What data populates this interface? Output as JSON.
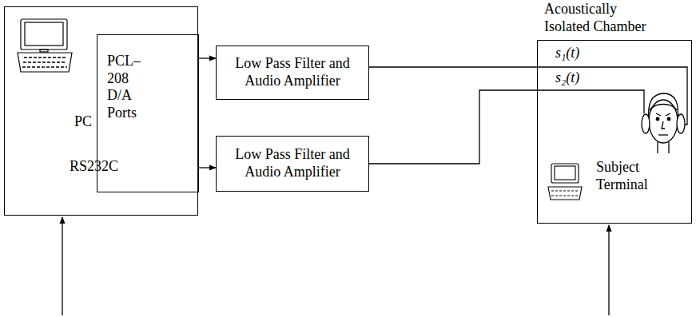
{
  "diagram": {
    "nodes": [
      {
        "text": [
          "PC",
          "RS232C"
        ]
      },
      {
        "text": [
          "PCL–208 D/A Ports"
        ],
        "in": 0
      },
      {
        "text": [
          "Low Pass Filter and Audio Amplifier"
        ]
      },
      {
        "text": [
          "Low Pass Filter and Audio Amplifier"
        ]
      },
      {
        "text": [
          "Acoustically Isolated Chamber"
        ]
      }
    ],
    "edges": [
      {
        "from": 1,
        "to": 2,
        "arrow": "to"
      },
      {
        "from": 1,
        "to": 3,
        "arrow": "to"
      },
      {
        "from": 2,
        "to": 4,
        "label": "s₁(t)",
        "arrow": "none"
      },
      {
        "from": 3,
        "to": 4,
        "label": "s₂(t)",
        "arrow": "none"
      }
    ],
    "labels": [
      "Subject Terminal"
    ]
  }
}
